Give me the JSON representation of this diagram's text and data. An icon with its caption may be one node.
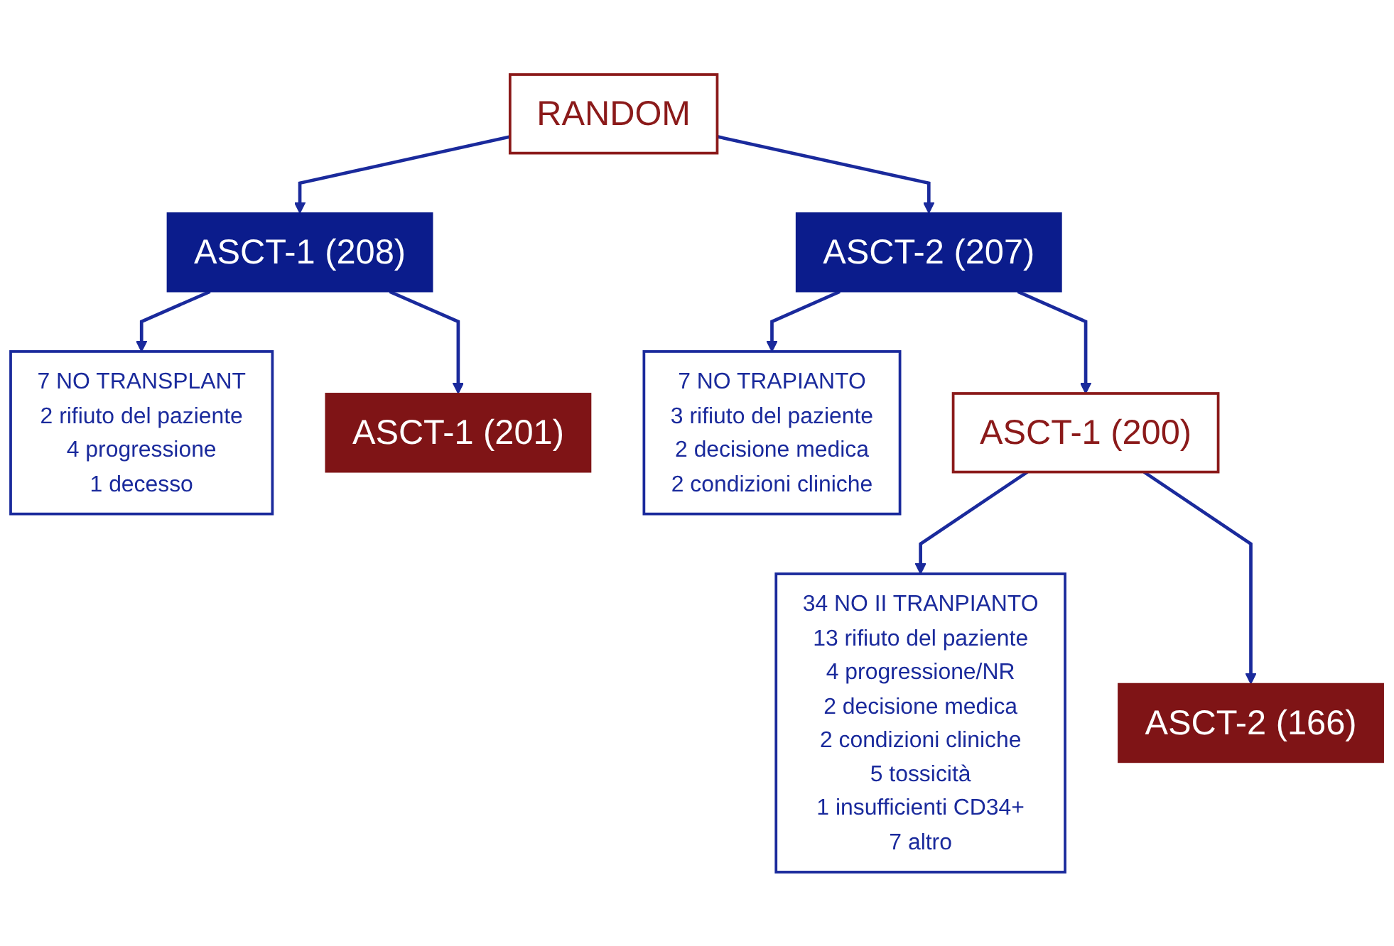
{
  "diagram": {
    "nodes": [
      {
        "text": [
          "RANDOM"
        ]
      },
      {
        "text": [
          "ASCT-1 (208)"
        ]
      },
      {
        "text": [
          "ASCT-2 (207)"
        ]
      },
      {
        "text": [
          "7 NO TRANSPLANT",
          "2 rifiuto del paziente",
          "4 progressione",
          "1 decesso"
        ]
      },
      {
        "text": [
          "ASCT-1 (201)"
        ]
      },
      {
        "text": [
          "7 NO TRAPIANTO",
          "3 rifiuto del paziente",
          "2 decisione medica",
          "2 condizioni cliniche"
        ]
      },
      {
        "text": [
          "ASCT-1 (200)"
        ]
      },
      {
        "text": [
          "34 NO II TRANPIANTO",
          "13 rifiuto del paziente",
          "4 progressione/NR",
          "2 decisione medica",
          "2 condizioni cliniche",
          "5 tossicità",
          "1 insufficienti CD34+",
          "7 altro"
        ]
      },
      {
        "text": [
          "ASCT-2 (166)"
        ]
      }
    ],
    "edges": [
      {
        "from": 0,
        "to": 1,
        "arrow": "to"
      },
      {
        "from": 0,
        "to": 2,
        "arrow": "to"
      },
      {
        "from": 1,
        "to": 3,
        "arrow": "to"
      },
      {
        "from": 1,
        "to": 4,
        "arrow": "to"
      },
      {
        "from": 2,
        "to": 5,
        "arrow": "to"
      },
      {
        "from": 2,
        "to": 6,
        "arrow": "to"
      },
      {
        "from": 6,
        "to": 7,
        "arrow": "to"
      },
      {
        "from": 6,
        "to": 8,
        "arrow": "to"
      }
    ]
  }
}
